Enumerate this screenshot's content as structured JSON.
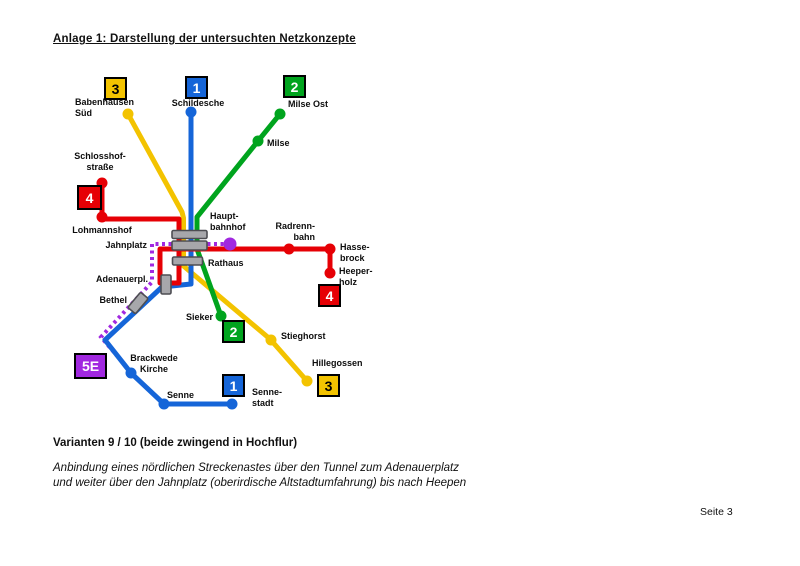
{
  "page": {
    "title": "Anlage 1: Darstellung der untersuchten Netzkonzepte",
    "page_number": "Seite 3"
  },
  "caption": {
    "heading": "Varianten 9 / 10 (beide zwingend in Hochflur)",
    "body": "Anbindung eines nördlichen Streckenastes über den Tunnel zum Adenauerplatz\nund weiter über den Jahnplatz (oberirdische Altstadtumfahrung) bis nach Heepen"
  },
  "colors": {
    "line1": "#1565d8",
    "line2": "#00a41e",
    "line3": "#f3c300",
    "line4": "#e60005",
    "line5e": "#a128e0",
    "bar": "#a7a7ab"
  },
  "badges": {
    "north_3": "3",
    "north_1": "1",
    "north_2": "2",
    "west_4": "4",
    "east_4": "4",
    "sieker_2": "2",
    "senne_1": "1",
    "hillegossen_3": "3",
    "express_5e": "5E"
  },
  "stations": {
    "babenhausen_sued": "Babenhausen\nSüd",
    "schildesche": "Schildesche",
    "milse_ost": "Milse Ost",
    "milse": "Milse",
    "schlosshofstrasse": "Schlosshof-\nstraße",
    "lohmannshof": "Lohmannshof",
    "hauptbahnhof": "Haupt-\nbahnhof",
    "jahnplatz": "Jahnplatz",
    "rathaus": "Rathaus",
    "radrennbahn": "Radrenn-\nbahn",
    "hassebrock": "Hasse-\nbrock",
    "heeperholz": "Heeper-\nholz",
    "adenauerplatz": "Adenauerpl.",
    "bethel": "Bethel",
    "sieker": "Sieker",
    "stieghorst": "Stieghorst",
    "hillegossen": "Hillegossen",
    "brackwede_kirche": "Brackwede\nKirche",
    "senne": "Senne",
    "sennestadt": "Senne-\nstadt"
  }
}
